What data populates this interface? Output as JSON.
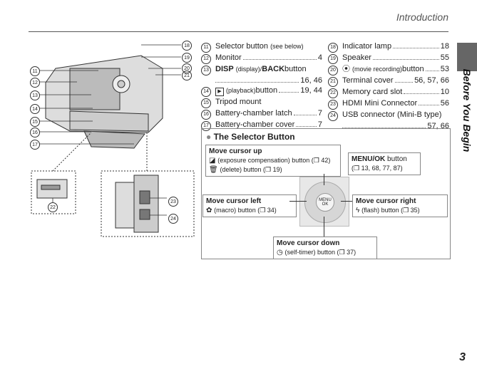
{
  "header": {
    "section": "Introduction"
  },
  "side": {
    "label": "Before You Begin"
  },
  "page": {
    "number": "3"
  },
  "parts_left": [
    {
      "n": "11",
      "label": "Selector button",
      "note": "(see below)",
      "page": ""
    },
    {
      "n": "12",
      "label": "Monitor",
      "page": "4"
    },
    {
      "n": "13",
      "label_bold": "DISP",
      "label_small": "(display)/",
      "label_bold2": "BACK",
      "label_rest": " button",
      "page": "16, 46"
    },
    {
      "n": "14",
      "icon": "playback-icon",
      "label_small": "(playback)",
      "label_rest": " button",
      "page": "19, 44"
    },
    {
      "n": "15",
      "label": "Tripod mount",
      "page": ""
    },
    {
      "n": "16",
      "label": "Battery-chamber latch",
      "page": "7"
    },
    {
      "n": "17",
      "label": "Battery-chamber cover",
      "page": "7"
    }
  ],
  "parts_right": [
    {
      "n": "18",
      "label": "Indicator lamp",
      "page": "18"
    },
    {
      "n": "19",
      "label": "Speaker",
      "page": "55"
    },
    {
      "n": "20",
      "icon": "movie-record-icon",
      "label_small": "(movie recording)",
      "label_rest": " button",
      "page": "53"
    },
    {
      "n": "21",
      "label": "Terminal cover",
      "page": "56, 57, 66"
    },
    {
      "n": "22",
      "label": "Memory card slot",
      "page": "10"
    },
    {
      "n": "23",
      "label": "HDMI Mini Connector",
      "page": "56"
    },
    {
      "n": "24",
      "label": "USB connector (Mini-B type)",
      "page": "57, 66"
    }
  ],
  "diagram_callouts": [
    "11",
    "12",
    "13",
    "14",
    "15",
    "16",
    "17",
    "18",
    "19",
    "20",
    "21",
    "22",
    "23",
    "24"
  ],
  "selector": {
    "title": "The Selector Button",
    "up": {
      "title": "Move cursor up",
      "line1_icon": "exposure-icon",
      "line1": "(exposure compensation) button (❒ 42)",
      "line2_icon": "delete-icon",
      "line2": "(delete) button (❒ 19)"
    },
    "menu": {
      "title_bold": "MENU/OK",
      "title_rest": " button",
      "line1": "(❒ 13, 68, 77, 87)"
    },
    "left": {
      "title": "Move cursor left",
      "line1_icon": "macro-icon",
      "line1": "(macro) button (❒ 34)"
    },
    "right": {
      "title": "Move cursor right",
      "line1_icon": "flash-icon",
      "line1": "(flash) button (❒ 35)"
    },
    "down": {
      "title": "Move cursor down",
      "line1_icon": "self-timer-icon",
      "line1": "(self-timer) button (❒ 37)"
    },
    "wheel_label": "MENU OK"
  }
}
